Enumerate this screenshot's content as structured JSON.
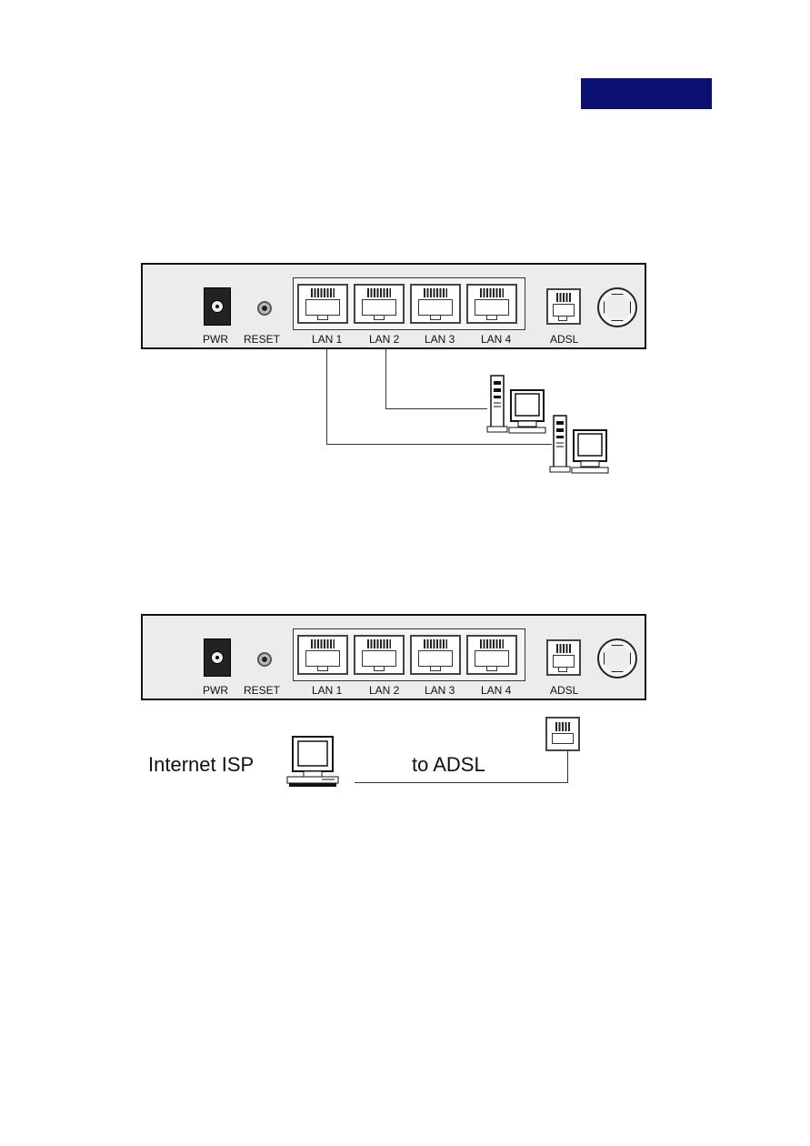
{
  "header": {
    "tab_color": "#0c1070"
  },
  "router": {
    "pwr_label": "PWR",
    "reset_label": "RESET",
    "lan_ports": [
      "LAN 1",
      "LAN 2",
      "LAN 3",
      "LAN 4"
    ],
    "adsl_label": "ADSL"
  },
  "diagram2": {
    "isp_label": "Internet ISP",
    "adsl_link_label": "to ADSL"
  },
  "icons": {
    "power": "power-jack-icon",
    "reset": "reset-button-icon",
    "ethernet": "ethernet-port-icon",
    "phone": "phone-jack-icon",
    "antenna": "antenna-connector-icon",
    "computer": "desktop-computer-icon"
  }
}
